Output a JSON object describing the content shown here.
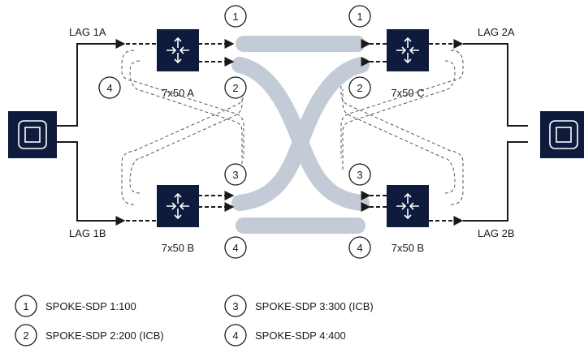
{
  "colors": {
    "node": "#0f1b3d",
    "tube": "#c3ccd6",
    "line": "#1a1a1a",
    "dash": "#555555"
  },
  "routers": {
    "a": {
      "label": "7x50 A",
      "icon": "router-icon"
    },
    "b_left": {
      "label": "7x50 B",
      "icon": "router-icon"
    },
    "c": {
      "label": "7x50 C",
      "icon": "router-icon"
    },
    "b_right": {
      "label": "7x50 B",
      "icon": "router-icon"
    }
  },
  "lags": {
    "lag_1a": "LAG 1A",
    "lag_1b": "LAG 1B",
    "lag_2a": "LAG 2A",
    "lag_2b": "LAG 2B"
  },
  "end_devices": {
    "left": {
      "icon": "device-icon"
    },
    "right": {
      "icon": "device-icon"
    }
  },
  "markers": {
    "m1": "1",
    "m2": "2",
    "m3": "3",
    "m4": "4"
  },
  "legend": [
    {
      "num": "1",
      "text": "SPOKE-SDP 1:100"
    },
    {
      "num": "2",
      "text": "SPOKE-SDP 2:200 (ICB)"
    },
    {
      "num": "3",
      "text": "SPOKE-SDP 3:300 (ICB)"
    },
    {
      "num": "4",
      "text": "SPOKE-SDP 4:400"
    }
  ]
}
